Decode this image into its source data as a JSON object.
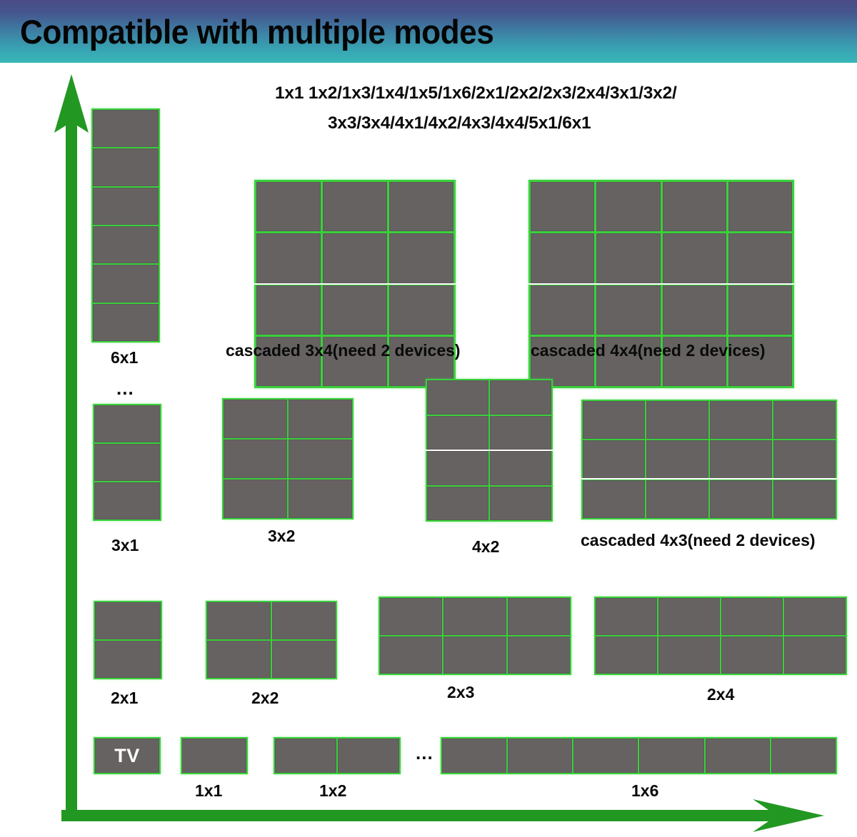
{
  "header": {
    "title": "Compatible with multiple modes",
    "gradient_from": "#4b4b86",
    "gradient_to": "#38b8b8",
    "title_color": "#050505"
  },
  "theme": {
    "tile_fill": "#676262",
    "tile_border": "#39d13b",
    "arrow_color": "#229822",
    "cascade_separator": "#ffffff",
    "background": "#ffffff",
    "text_color": "#0a0a0a"
  },
  "axes": {
    "y_axis_name": "vertical-axis-arrow",
    "x_axis_name": "horizontal-axis-arrow"
  },
  "mode_list": {
    "line1": "1x1 1x2/1x3/1x4/1x5/1x6/2x1/2x2/2x3/2x4/3x1/3x2/",
    "line2": "3x3/3x4/4x1/4x2/4x3/4x4/5x1/6x1"
  },
  "ellipsis": {
    "vertical": "...",
    "horizontal": "..."
  },
  "tv_tile": {
    "label": "TV"
  },
  "layouts": [
    {
      "id": "6x1",
      "label": "6x1",
      "rows": 6,
      "cols": 1,
      "cascade_after_row": null
    },
    {
      "id": "cascaded-3x4",
      "label": "cascaded 3x4(need 2 devices)",
      "rows": 4,
      "cols": 3,
      "cascade_after_row": 2
    },
    {
      "id": "cascaded-4x4",
      "label": "cascaded 4x4(need 2 devices)",
      "rows": 4,
      "cols": 4,
      "cascade_after_row": 2
    },
    {
      "id": "3x1",
      "label": "3x1",
      "rows": 3,
      "cols": 1,
      "cascade_after_row": null
    },
    {
      "id": "3x2",
      "label": "3x2",
      "rows": 3,
      "cols": 2,
      "cascade_after_row": null
    },
    {
      "id": "4x2",
      "label": "4x2",
      "rows": 4,
      "cols": 2,
      "cascade_after_row": 2
    },
    {
      "id": "cascaded-4x3",
      "label": "cascaded 4x3(need 2 devices)",
      "rows": 3,
      "cols": 4,
      "cascade_after_row": 2
    },
    {
      "id": "2x1",
      "label": "2x1",
      "rows": 2,
      "cols": 1,
      "cascade_after_row": null
    },
    {
      "id": "2x2",
      "label": "2x2",
      "rows": 2,
      "cols": 2,
      "cascade_after_row": null
    },
    {
      "id": "2x3",
      "label": "2x3",
      "rows": 2,
      "cols": 3,
      "cascade_after_row": null
    },
    {
      "id": "2x4",
      "label": "2x4",
      "rows": 2,
      "cols": 4,
      "cascade_after_row": null
    },
    {
      "id": "tv",
      "label": "",
      "rows": 1,
      "cols": 1,
      "cascade_after_row": null
    },
    {
      "id": "1x1",
      "label": "1x1",
      "rows": 1,
      "cols": 1,
      "cascade_after_row": null
    },
    {
      "id": "1x2",
      "label": "1x2",
      "rows": 1,
      "cols": 2,
      "cascade_after_row": null
    },
    {
      "id": "1x6",
      "label": "1x6",
      "rows": 1,
      "cols": 6,
      "cascade_after_row": null
    }
  ]
}
